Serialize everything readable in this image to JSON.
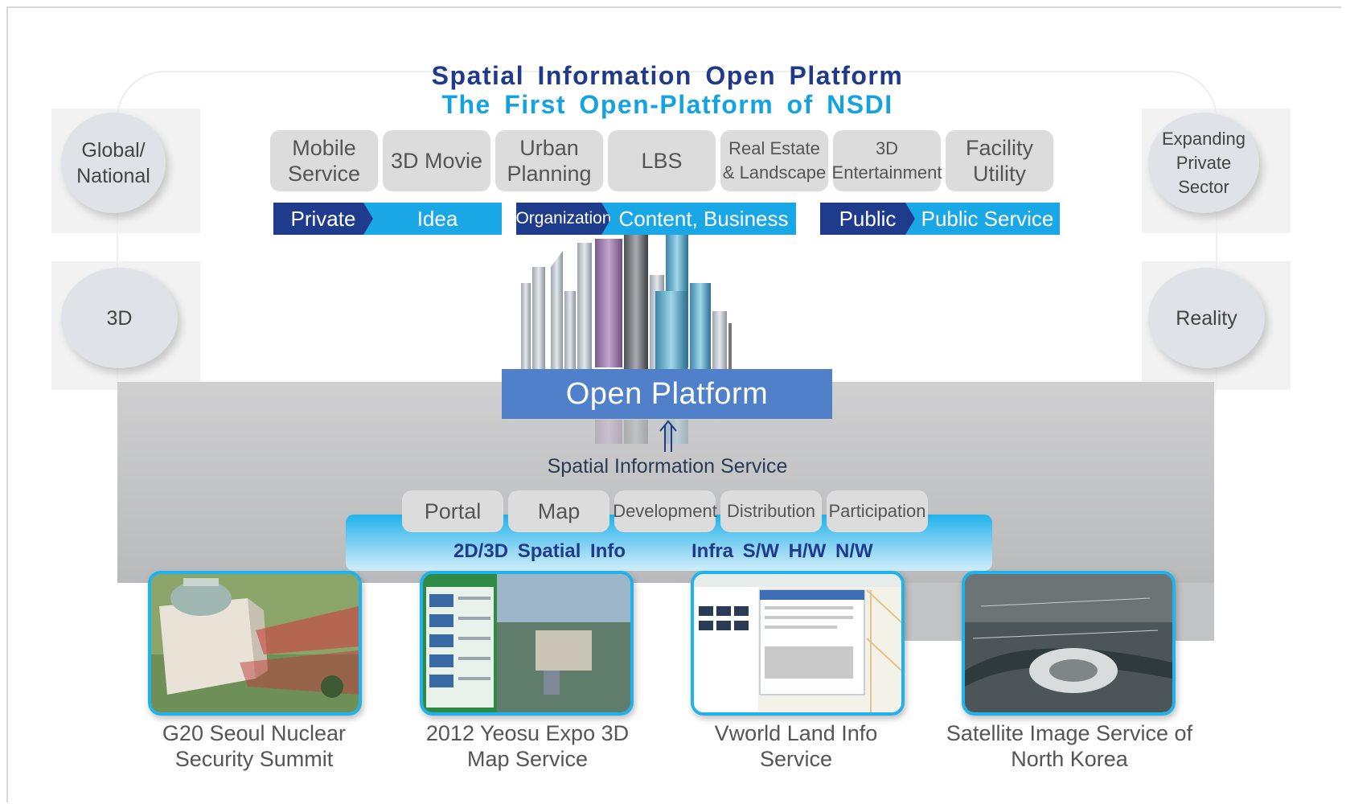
{
  "title": "Spatial Information Open Platform",
  "subtitle": "The First Open-Platform of NSDI",
  "side_left": [
    "Global/ National",
    "3D"
  ],
  "side_right": [
    "Expanding Private Sector",
    "Reality"
  ],
  "apps": [
    "Mobile Service",
    "3D Movie",
    "Urban Planning",
    "LBS",
    "Real Estate & Landscape",
    "3D Entertainment",
    "Facility Utility"
  ],
  "tags": [
    {
      "dark": "Private",
      "light": "Idea"
    },
    {
      "dark": "Organization",
      "light": "Content, Business"
    },
    {
      "dark": "Public",
      "light": "Public Service"
    }
  ],
  "open_platform": "Open Platform",
  "spatial_service": "Spatial Information Service",
  "services": [
    "Portal",
    "Map",
    "Development",
    "Distribution",
    "Participation"
  ],
  "band_labels": [
    "2D/3D Spatial Info",
    "Infra S/W H/W N/W"
  ],
  "cases": [
    {
      "caption": "G20 Seoul Nuclear Security Summit"
    },
    {
      "caption": "2012 Yeosu Expo 3D Map Service"
    },
    {
      "caption": "Vworld Land Info Service"
    },
    {
      "caption": "Satellite Image Service of North Korea"
    }
  ],
  "colors": {
    "navy": "#1f3b8c",
    "cyan": "#1aa7e5",
    "platform": "#4f80c9"
  }
}
